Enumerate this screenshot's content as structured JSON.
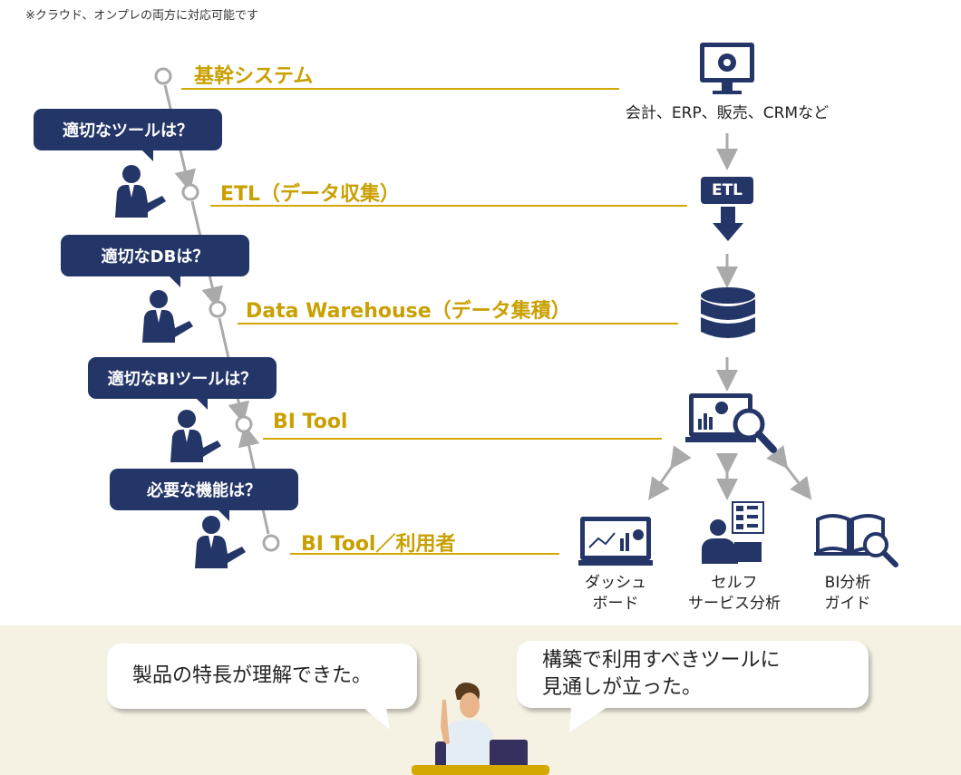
{
  "note": "※クラウド、オンプレの両方に対応可能です",
  "stages": [
    "基幹システム",
    "ETL（データ収集）",
    "Data Warehouse（データ集積）",
    "BI Tool",
    "BI Tool／利用者"
  ],
  "questions": [
    "適切なツールは？",
    "適切なDBは？",
    "適切なBIツールは？",
    "必要な機能は？"
  ],
  "right": {
    "source_label": "会計、ERP、販売、CRMなど",
    "etl_badge": "ETL",
    "outputs": [
      {
        "line1": "ダッシュ",
        "line2": "ボード"
      },
      {
        "line1": "セルフ",
        "line2": "サービス分析"
      },
      {
        "line1": "BI分析",
        "line2": "ガイド"
      }
    ]
  },
  "bottom": {
    "bubble1": "製品の特長が理解できた。",
    "bubble2_line1": "構築で利用すべきツールに",
    "bubble2_line2": "見通しが立った。"
  },
  "colors": {
    "navy": "#243668",
    "gold": "#d4a800",
    "bg": "#f5f1e3"
  }
}
